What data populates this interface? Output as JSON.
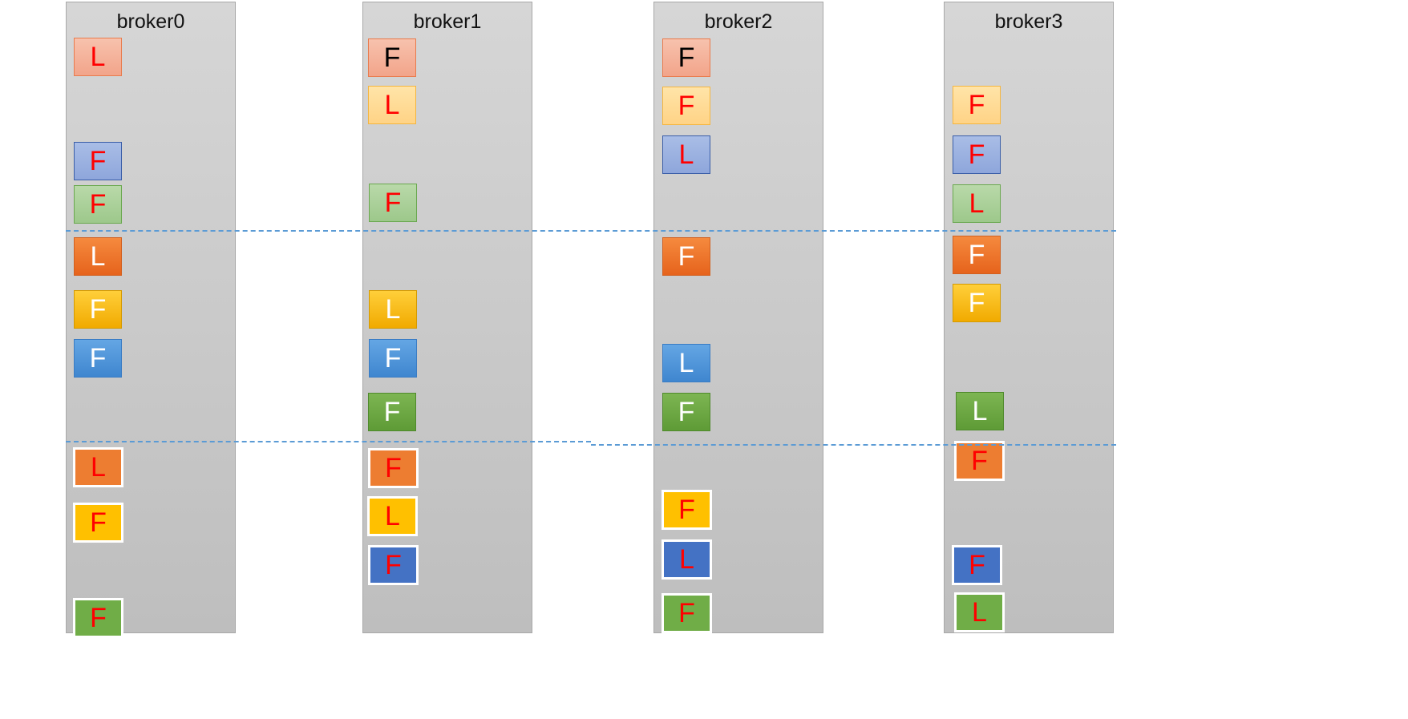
{
  "brokers": [
    {
      "name": "broker0",
      "replicas": [
        {
          "role": "L",
          "color": "#f2a48a",
          "text_color": "#ff0000"
        },
        {
          "role": "F",
          "color": "#8ea6db",
          "text_color": "#ff0000"
        },
        {
          "role": "F",
          "color": "#9dc88b",
          "text_color": "#ff0000"
        },
        {
          "role": "L",
          "color": "#ed7d31",
          "text_color": "#ffffff"
        },
        {
          "role": "F",
          "color": "#ffc000",
          "text_color": "#ffffff"
        },
        {
          "role": "F",
          "color": "#4a90d9",
          "text_color": "#ffffff"
        },
        {
          "role": "L",
          "color": "#ed7d31",
          "text_color": "#ff0000"
        },
        {
          "role": "F",
          "color": "#ffc000",
          "text_color": "#ff0000"
        },
        {
          "role": "F",
          "color": "#70ad47",
          "text_color": "#ff0000"
        }
      ]
    },
    {
      "name": "broker1",
      "replicas": [
        {
          "role": "F",
          "color": "#f2a48a",
          "text_color": "#000000"
        },
        {
          "role": "L",
          "color": "#ffd386",
          "text_color": "#ff0000"
        },
        {
          "role": "F",
          "color": "#9dc88b",
          "text_color": "#ff0000"
        },
        {
          "role": "L",
          "color": "#ffc000",
          "text_color": "#ffffff"
        },
        {
          "role": "F",
          "color": "#4a90d9",
          "text_color": "#ffffff"
        },
        {
          "role": "F",
          "color": "#70ad47",
          "text_color": "#ffffff"
        },
        {
          "role": "F",
          "color": "#ed7d31",
          "text_color": "#ff0000"
        },
        {
          "role": "L",
          "color": "#ffc000",
          "text_color": "#ff0000"
        },
        {
          "role": "F",
          "color": "#4472c4",
          "text_color": "#ff0000"
        }
      ]
    },
    {
      "name": "broker2",
      "replicas": [
        {
          "role": "F",
          "color": "#f2a48a",
          "text_color": "#000000"
        },
        {
          "role": "F",
          "color": "#ffd386",
          "text_color": "#ff0000"
        },
        {
          "role": "L",
          "color": "#8ea6db",
          "text_color": "#ff0000"
        },
        {
          "role": "F",
          "color": "#ed7d31",
          "text_color": "#ffffff"
        },
        {
          "role": "L",
          "color": "#4a90d9",
          "text_color": "#ffffff"
        },
        {
          "role": "F",
          "color": "#70ad47",
          "text_color": "#ffffff"
        },
        {
          "role": "F",
          "color": "#ffc000",
          "text_color": "#ff0000"
        },
        {
          "role": "L",
          "color": "#4472c4",
          "text_color": "#ff0000"
        },
        {
          "role": "F",
          "color": "#70ad47",
          "text_color": "#ff0000"
        }
      ]
    },
    {
      "name": "broker3",
      "replicas": [
        {
          "role": "F",
          "color": "#ffd386",
          "text_color": "#ff0000"
        },
        {
          "role": "F",
          "color": "#8ea6db",
          "text_color": "#ff0000"
        },
        {
          "role": "L",
          "color": "#9dc88b",
          "text_color": "#ff0000"
        },
        {
          "role": "F",
          "color": "#ed7d31",
          "text_color": "#ffffff"
        },
        {
          "role": "F",
          "color": "#ffc000",
          "text_color": "#ffffff"
        },
        {
          "role": "L",
          "color": "#70ad47",
          "text_color": "#ffffff"
        },
        {
          "role": "F",
          "color": "#ed7d31",
          "text_color": "#ff0000"
        },
        {
          "role": "F",
          "color": "#4472c4",
          "text_color": "#ff0000"
        },
        {
          "role": "L",
          "color": "#70ad47",
          "text_color": "#ff0000"
        }
      ]
    }
  ],
  "divider_color": "#5b9bd5"
}
